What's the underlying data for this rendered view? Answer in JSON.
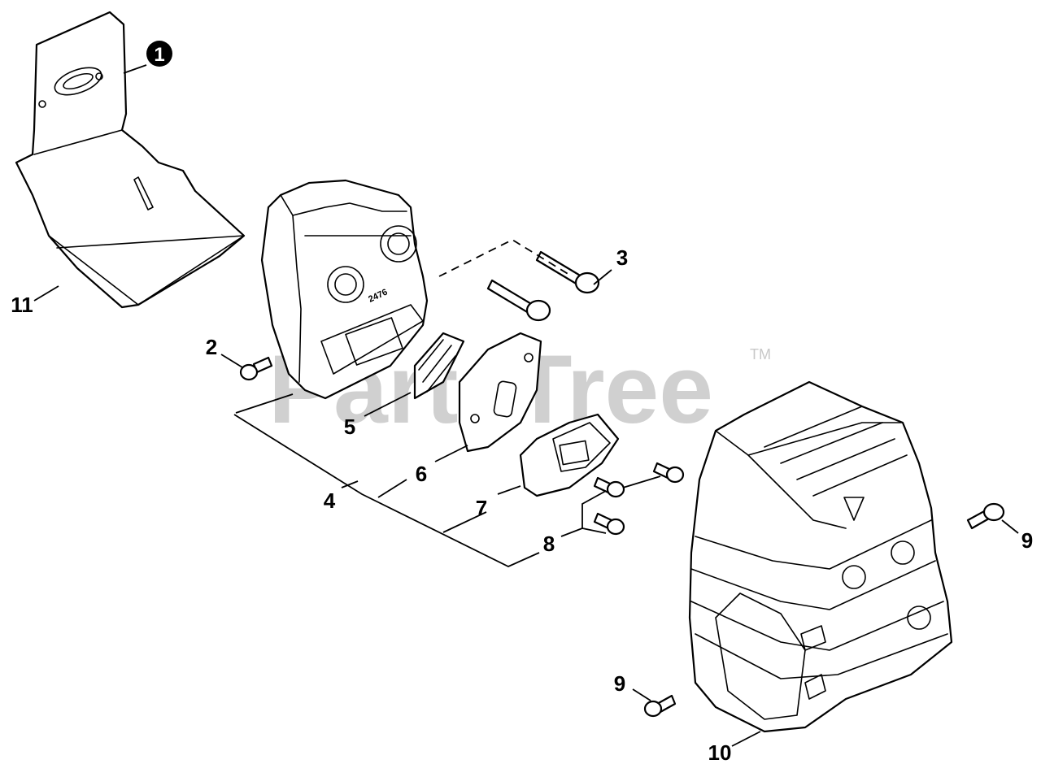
{
  "watermark": {
    "brand": "PartsTree",
    "trademark": "TM"
  },
  "muffler_stamp": "2476",
  "callouts": [
    {
      "id": "1",
      "label": "1",
      "style": "circled"
    },
    {
      "id": "2",
      "label": "2"
    },
    {
      "id": "3",
      "label": "3"
    },
    {
      "id": "4",
      "label": "4"
    },
    {
      "id": "5",
      "label": "5"
    },
    {
      "id": "6",
      "label": "6"
    },
    {
      "id": "7",
      "label": "7"
    },
    {
      "id": "8",
      "label": "8"
    },
    {
      "id": "9a",
      "label": "9"
    },
    {
      "id": "9b",
      "label": "9"
    },
    {
      "id": "10",
      "label": "10"
    },
    {
      "id": "11",
      "label": "11"
    }
  ],
  "colors": {
    "line": "#000000",
    "background": "#ffffff",
    "watermark": "#c8c8c8"
  }
}
